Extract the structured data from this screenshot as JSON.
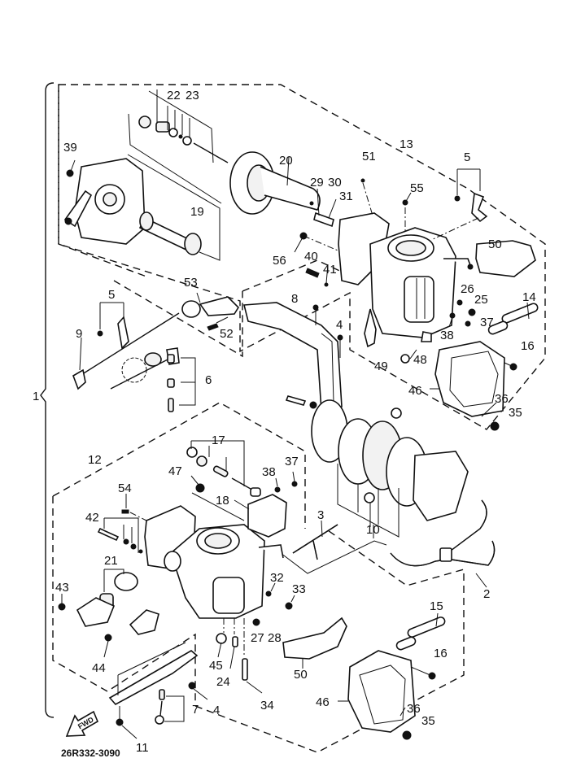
{
  "diagram": {
    "type": "exploded-parts-diagram",
    "subject": "Carburetor assembly (twin carburetor, outboard/PWC engine)",
    "drawing_code": "26R332-3090",
    "direction_label": "FWD",
    "callouts": [
      {
        "id": "c1",
        "label": "1",
        "part": "carburetor assembly bracket (whole set)"
      },
      {
        "id": "c2",
        "label": "2",
        "part": "hose assembly (Y joint)"
      },
      {
        "id": "c3",
        "label": "3",
        "part": "T-joint hose"
      },
      {
        "id": "c4a",
        "label": "4",
        "part": "screw"
      },
      {
        "id": "c4b",
        "label": "4",
        "part": "screw"
      },
      {
        "id": "c5a",
        "label": "5",
        "part": "lever set (upper)"
      },
      {
        "id": "c5b",
        "label": "5",
        "part": "lever set (left)"
      },
      {
        "id": "c6",
        "label": "6",
        "part": "screw / spring set"
      },
      {
        "id": "c7",
        "label": "7",
        "part": "adjust screw set"
      },
      {
        "id": "c8",
        "label": "8",
        "part": "bolt"
      },
      {
        "id": "c9",
        "label": "9",
        "part": "throttle shaft link"
      },
      {
        "id": "c10",
        "label": "10",
        "part": "reed valve / manifold assembly"
      },
      {
        "id": "c11",
        "label": "11",
        "part": "screw"
      },
      {
        "id": "c12",
        "label": "12",
        "part": "carburetor assembly 2"
      },
      {
        "id": "c13",
        "label": "13",
        "part": "carburetor assembly 1"
      },
      {
        "id": "c14",
        "label": "14",
        "part": "hose"
      },
      {
        "id": "c15",
        "label": "15",
        "part": "hose"
      },
      {
        "id": "c16a",
        "label": "16",
        "part": "screw"
      },
      {
        "id": "c16b",
        "label": "16",
        "part": "screw"
      },
      {
        "id": "c17",
        "label": "17",
        "part": "needle valve set"
      },
      {
        "id": "c18",
        "label": "18",
        "part": "fuel pump body"
      },
      {
        "id": "c19",
        "label": "19",
        "part": "spring"
      },
      {
        "id": "c20",
        "label": "20",
        "part": "throttle valve / piston"
      },
      {
        "id": "c21",
        "label": "21",
        "part": "diaphragm / spring set"
      },
      {
        "id": "c22",
        "label": "22",
        "part": "needle jet set"
      },
      {
        "id": "c23",
        "label": "23",
        "part": "jet needle"
      },
      {
        "id": "c24",
        "label": "24",
        "part": "main jet"
      },
      {
        "id": "c25",
        "label": "25",
        "part": "plug screw"
      },
      {
        "id": "c26",
        "label": "26",
        "part": "washer"
      },
      {
        "id": "c27",
        "label": "27",
        "part": "pilot jet"
      },
      {
        "id": "c28",
        "label": "28",
        "part": "pilot screw"
      },
      {
        "id": "c29",
        "label": "29",
        "part": "pin"
      },
      {
        "id": "c30",
        "label": "30",
        "part": "washer"
      },
      {
        "id": "c31",
        "label": "31",
        "part": "pin"
      },
      {
        "id": "c32",
        "label": "32",
        "part": "washer"
      },
      {
        "id": "c33",
        "label": "33",
        "part": "plug screw"
      },
      {
        "id": "c34",
        "label": "34",
        "part": "screw"
      },
      {
        "id": "c35a",
        "label": "35",
        "part": "drain screw"
      },
      {
        "id": "c35b",
        "label": "35",
        "part": "drain screw"
      },
      {
        "id": "c36a",
        "label": "36",
        "part": "o-ring"
      },
      {
        "id": "c36b",
        "label": "36",
        "part": "o-ring"
      },
      {
        "id": "c37a",
        "label": "37",
        "part": "screw"
      },
      {
        "id": "c37b",
        "label": "37",
        "part": "screw"
      },
      {
        "id": "c38a",
        "label": "38",
        "part": "washer"
      },
      {
        "id": "c38b",
        "label": "38",
        "part": "washer"
      },
      {
        "id": "c39",
        "label": "39",
        "part": "screw"
      },
      {
        "id": "c40",
        "label": "40",
        "part": "screw"
      },
      {
        "id": "c41",
        "label": "41",
        "part": "spring"
      },
      {
        "id": "c42",
        "label": "42",
        "part": "screw set"
      },
      {
        "id": "c43",
        "label": "43",
        "part": "screw"
      },
      {
        "id": "c44",
        "label": "44",
        "part": "screw"
      },
      {
        "id": "c45",
        "label": "45",
        "part": "washer"
      },
      {
        "id": "c46a",
        "label": "46",
        "part": "float chamber"
      },
      {
        "id": "c46b",
        "label": "46",
        "part": "float chamber"
      },
      {
        "id": "c47",
        "label": "47",
        "part": "plug"
      },
      {
        "id": "c48",
        "label": "48",
        "part": "main jet"
      },
      {
        "id": "c49",
        "label": "49",
        "part": "main nozzle"
      },
      {
        "id": "c50a",
        "label": "50",
        "part": "float"
      },
      {
        "id": "c50b",
        "label": "50",
        "part": "float"
      },
      {
        "id": "c51",
        "label": "51",
        "part": "o-ring"
      },
      {
        "id": "c52",
        "label": "52",
        "part": "screw"
      },
      {
        "id": "c53",
        "label": "53",
        "part": "lever"
      },
      {
        "id": "c54",
        "label": "54",
        "part": "screw"
      },
      {
        "id": "c55",
        "label": "55",
        "part": "screw"
      },
      {
        "id": "c56",
        "label": "56",
        "part": "screw"
      }
    ]
  }
}
